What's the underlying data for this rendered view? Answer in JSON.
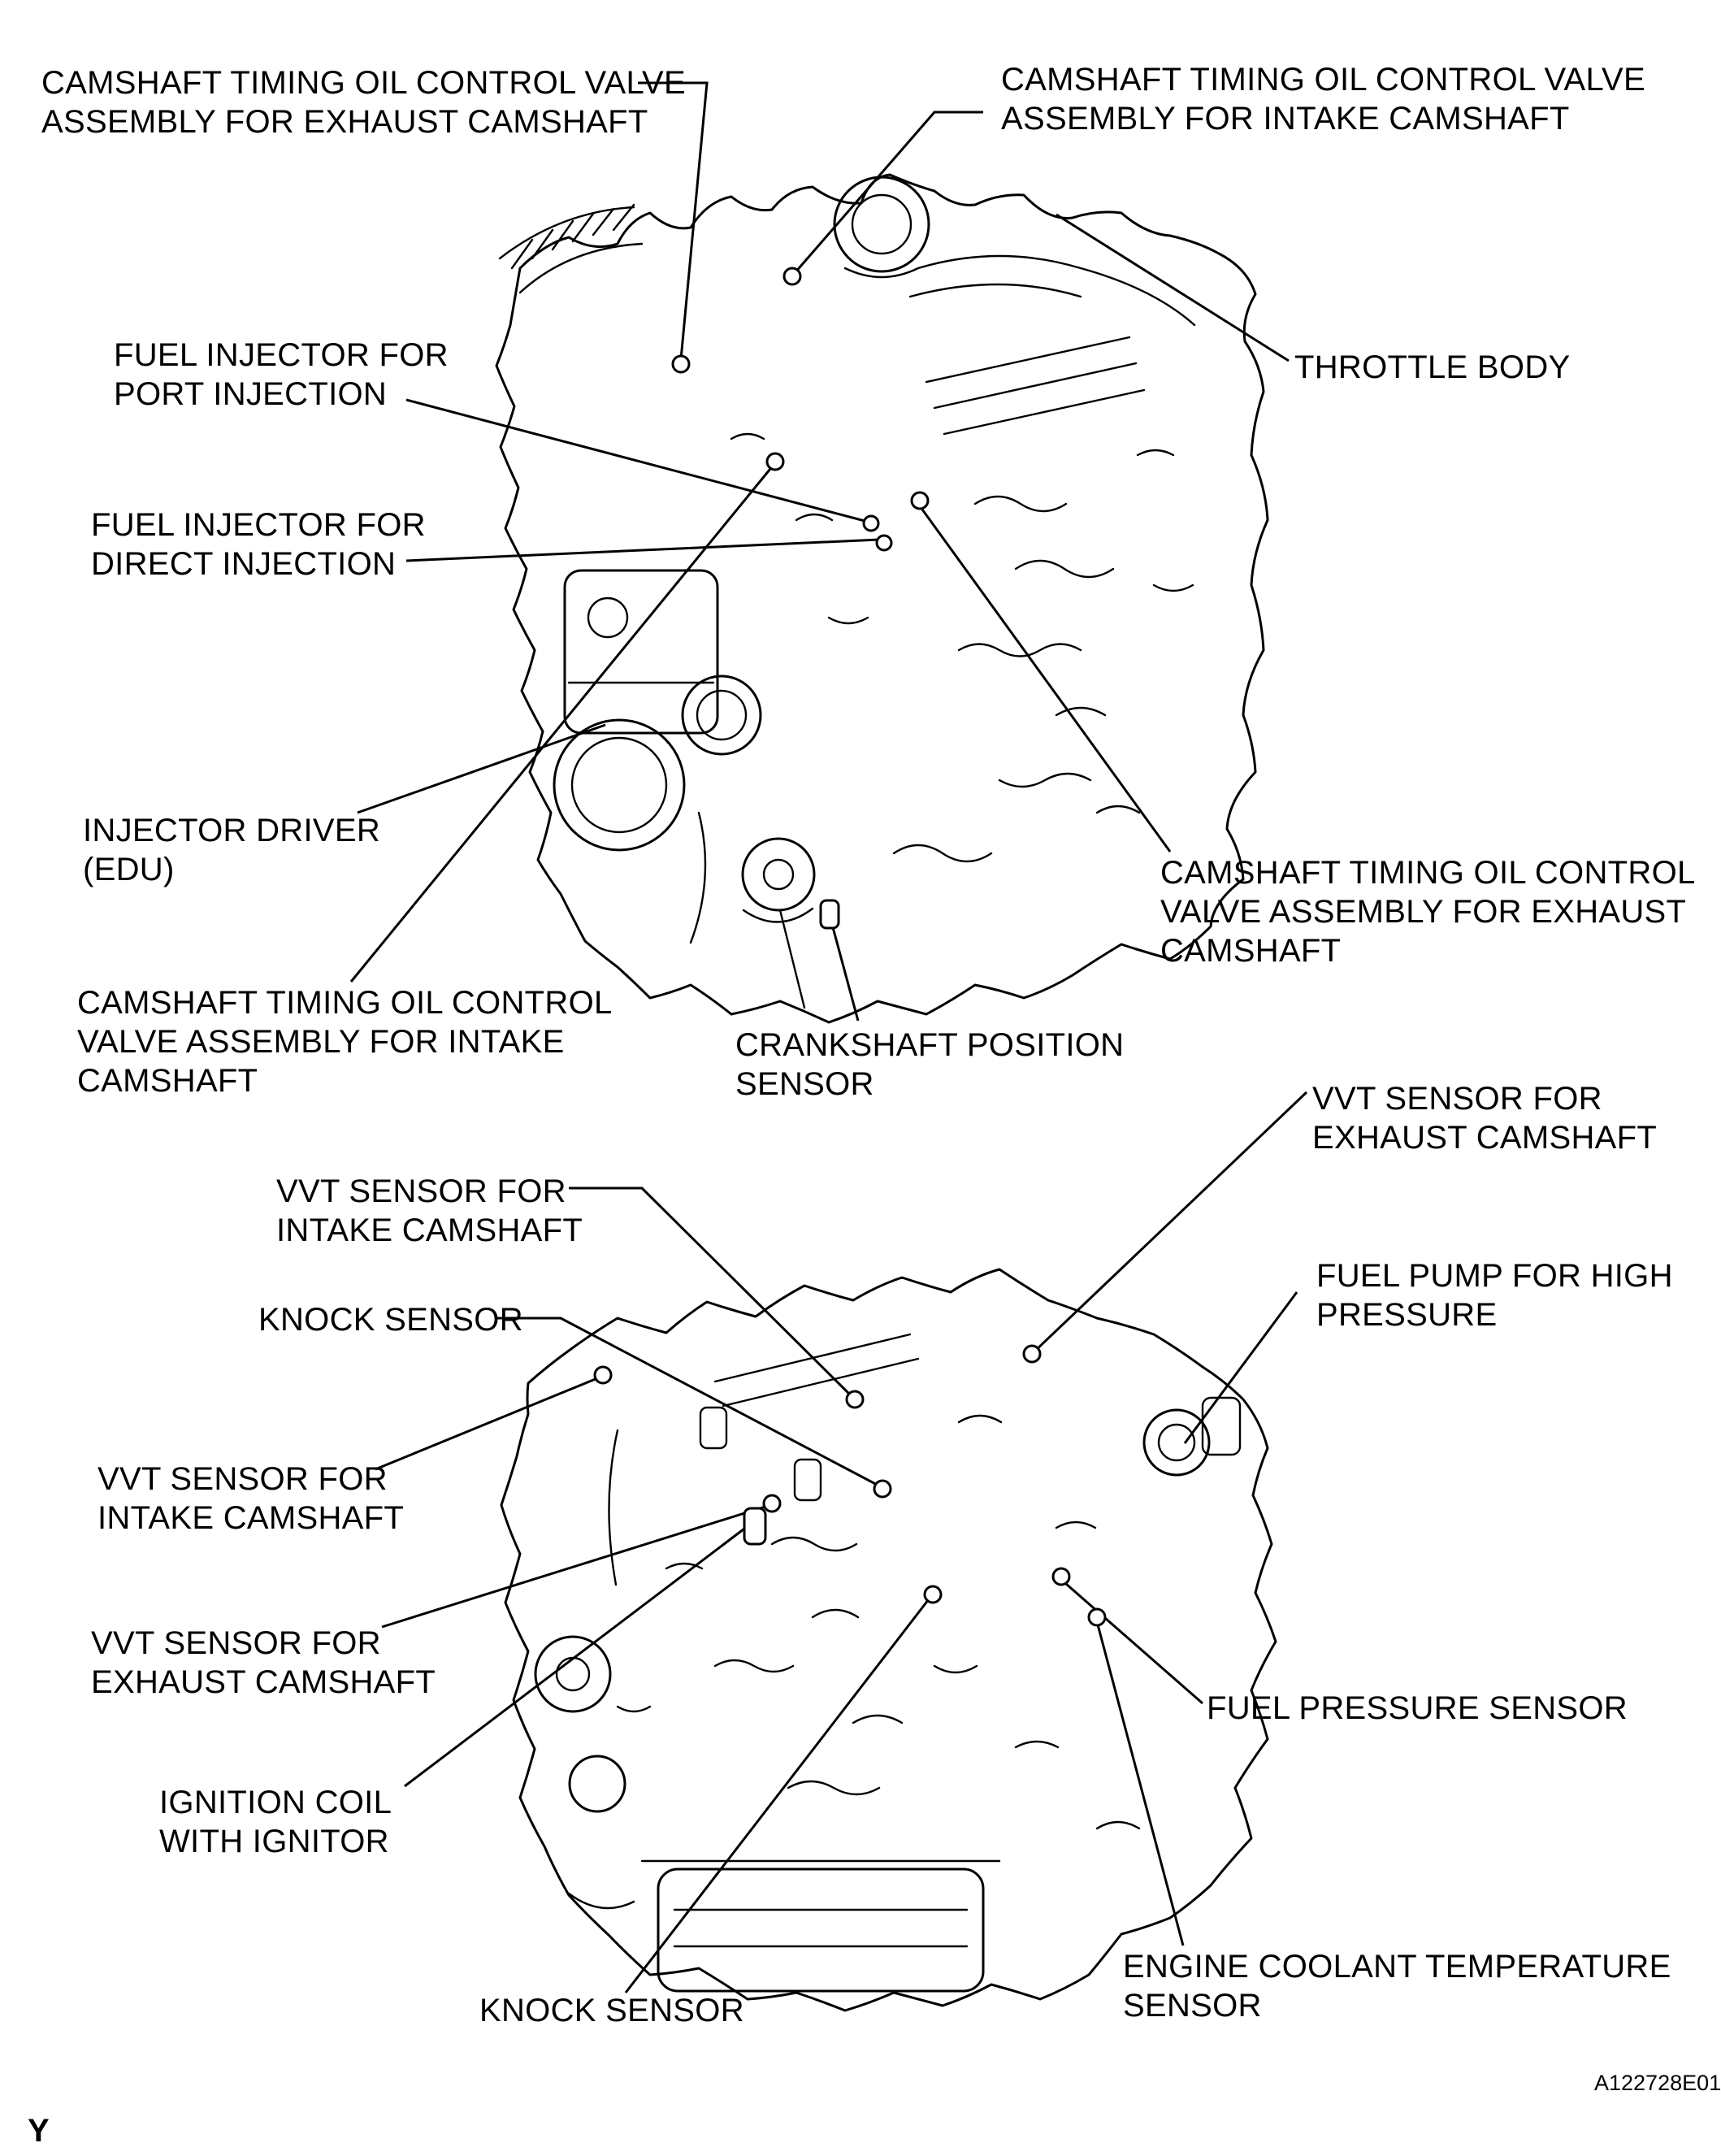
{
  "page": {
    "background": "#ffffff",
    "ink_color": "#000000",
    "page_marker": "Y",
    "figure_code": "A122728E01"
  },
  "top_diagram": {
    "title": "engine-upper-front-view",
    "labels": {
      "ocv_exhaust_upper": "CAMSHAFT TIMING OIL CONTROL VALVE\nASSEMBLY FOR EXHAUST CAMSHAFT",
      "ocv_intake_upper": "CAMSHAFT TIMING OIL CONTROL VALVE\nASSEMBLY FOR INTAKE CAMSHAFT",
      "fuel_injector_port": "FUEL INJECTOR FOR\nPORT INJECTION",
      "fuel_injector_direct": "FUEL INJECTOR FOR\nDIRECT INJECTION",
      "throttle_body": "THROTTLE BODY",
      "injector_driver": "INJECTOR DRIVER\n(EDU)",
      "ocv_intake_lower": "CAMSHAFT TIMING OIL CONTROL\nVALVE ASSEMBLY FOR INTAKE\nCAMSHAFT",
      "ocv_exhaust_right": "CAMSHAFT TIMING OIL CONTROL\nVALVE ASSEMBLY FOR EXHAUST\nCAMSHAFT",
      "crankshaft_position_sensor": "CRANKSHAFT POSITION\nSENSOR"
    }
  },
  "bottom_diagram": {
    "title": "engine-lower-rear-view",
    "labels": {
      "vvt_intake_upper": "VVT SENSOR FOR\nINTAKE CAMSHAFT",
      "vvt_exhaust_right": "VVT SENSOR FOR\nEXHAUST CAMSHAFT",
      "knock_upper": "KNOCK SENSOR",
      "fuel_pump": "FUEL PUMP FOR HIGH\nPRESSURE",
      "vvt_intake_left": "VVT SENSOR FOR\nINTAKE CAMSHAFT",
      "vvt_exhaust_left": "VVT SENSOR FOR\nEXHAUST CAMSHAFT",
      "ignition_coil": "IGNITION COIL\nWITH IGNITOR",
      "fuel_pressure_sensor": "FUEL PRESSURE SENSOR",
      "ects": "ENGINE COOLANT TEMPERATURE\nSENSOR",
      "knock_lower": "KNOCK SENSOR"
    }
  }
}
